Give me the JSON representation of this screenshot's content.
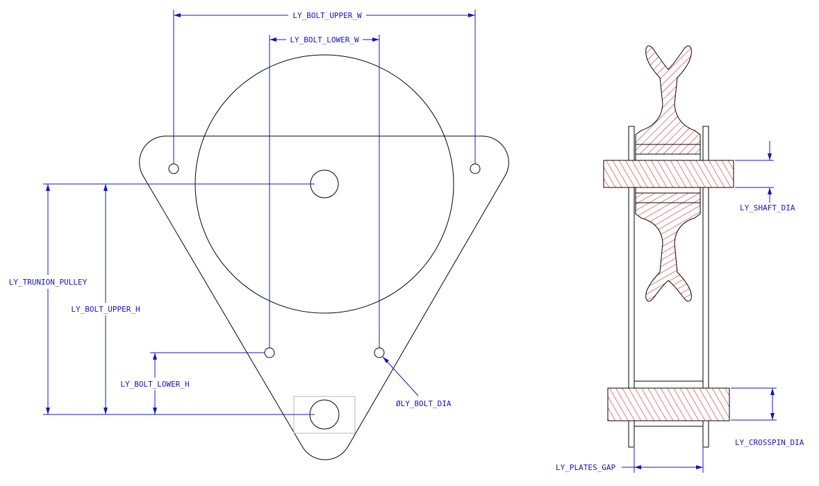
{
  "drawing": {
    "dimensions": {
      "bolt_upper_w": "LY_BOLT_UPPER_W",
      "bolt_lower_w": "LY_BOLT_LOWER_W",
      "trunion_pulley": "LY_TRUNION_PULLEY",
      "bolt_upper_h": "LY_BOLT_UPPER_H",
      "bolt_lower_h": "LY_BOLT_LOWER_H",
      "bolt_dia": "ØLY_BOLT_DIA",
      "shaft_dia": "LY_SHAFT_DIA",
      "crosspin_dia": "LY_CROSSPIN_DIA",
      "plates_gap": "LY_PLATES_GAP"
    },
    "colors": {
      "geometry": "#000000",
      "dimension": "#1414c8",
      "section_hatch": "#cc0000"
    }
  }
}
